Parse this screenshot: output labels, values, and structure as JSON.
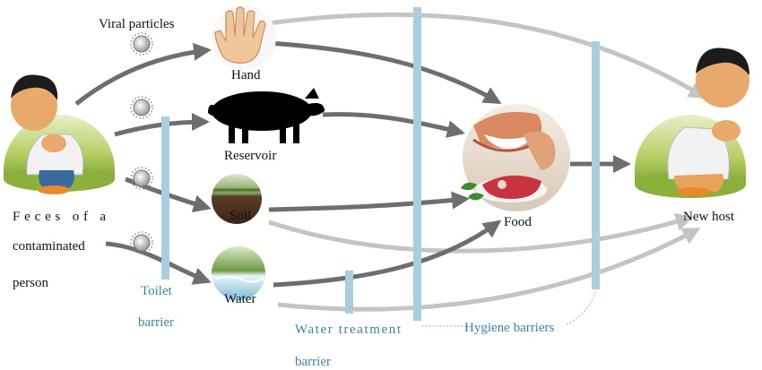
{
  "labels": {
    "viral_particles": "Viral particles",
    "hand": "Hand",
    "reservoir": "Reservoir",
    "soil": "Soil",
    "water": "Water",
    "food": "Food",
    "new_host": "New host",
    "source_line1": "Feces of a",
    "source_line2": "contaminated",
    "source_line3": "person"
  },
  "barriers": {
    "toilet_line1": "Toilet",
    "toilet_line2": "barrier",
    "water_treatment_line1": "Water treatment",
    "water_treatment_line2": "barrier",
    "hygiene": "Hygiene barriers"
  },
  "colors": {
    "dark_arrow": "#6e6e6e",
    "light_arrow": "#c4c4c4",
    "barrier_bar": "#a9cfdf",
    "barrier_text": "#3b83a6"
  }
}
